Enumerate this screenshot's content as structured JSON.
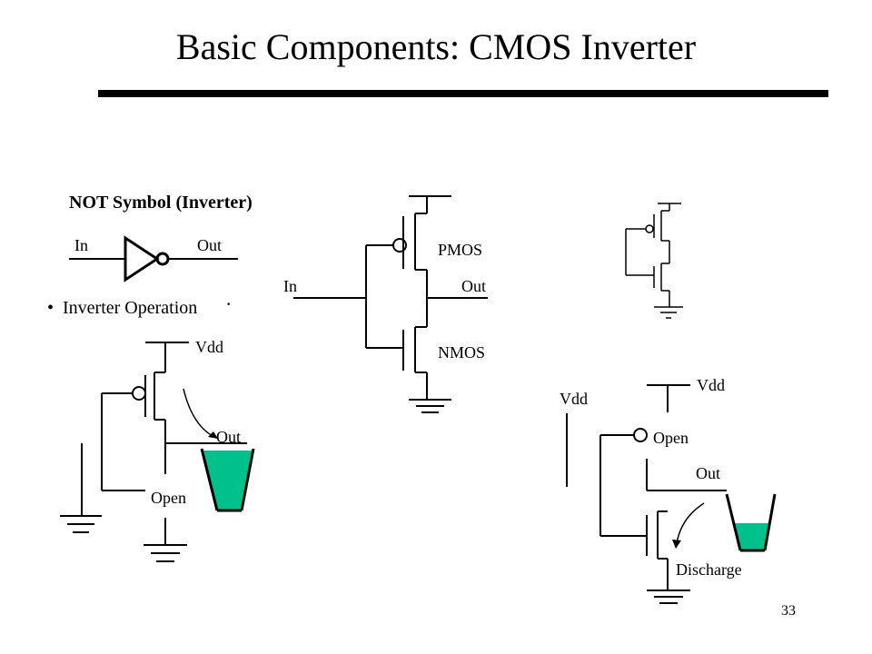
{
  "slide": {
    "title": "Basic Components: CMOS Inverter",
    "page_number": "33"
  },
  "not_symbol": {
    "heading": "NOT Symbol (Inverter)",
    "in_label": "In",
    "out_label": "Out"
  },
  "bullet": {
    "marker": "•",
    "text": "Inverter Operation"
  },
  "cmos_center": {
    "in_label": "In",
    "out_label": "Out",
    "pmos_label": "PMOS",
    "nmos_label": "NMOS"
  },
  "left_circuit": {
    "vdd_label": "Vdd",
    "out_label": "Out",
    "open_label": "Open",
    "bucket_color": "#00c08c"
  },
  "right_circuit": {
    "vdd_left_label": "Vdd",
    "vdd_label": "Vdd",
    "open_label": "Open",
    "out_label": "Out",
    "discharge_label": "Discharge",
    "bucket_color": "#00c08c"
  }
}
